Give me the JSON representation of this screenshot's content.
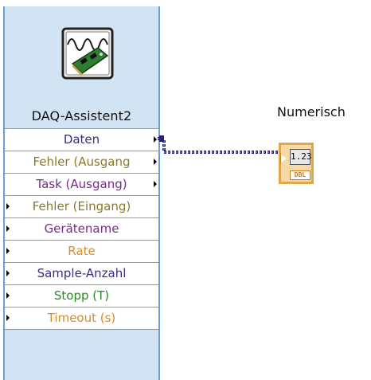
{
  "express_vi": {
    "title": "DAQ-Assistent2",
    "icon": "daq-assistant-icon",
    "terminals": [
      {
        "label": "Daten",
        "color": "#3b2a8a",
        "input": false,
        "output": true
      },
      {
        "label": "Fehler (Ausgang",
        "color": "#8a7a2a",
        "input": false,
        "output": true
      },
      {
        "label": "Task (Ausgang)",
        "color": "#7a2a8a",
        "input": false,
        "output": true
      },
      {
        "label": "Fehler (Eingang)",
        "color": "#8a7a2a",
        "input": true,
        "output": false
      },
      {
        "label": "Gerätename",
        "color": "#7a2a8a",
        "input": true,
        "output": false
      },
      {
        "label": "Rate",
        "color": "#d98c2a",
        "input": true,
        "output": false
      },
      {
        "label": "Sample-Anzahl",
        "color": "#3b2a8a",
        "input": true,
        "output": false
      },
      {
        "label": "Stopp (T)",
        "color": "#2a8a2a",
        "input": true,
        "output": false
      },
      {
        "label": "Timeout (s)",
        "color": "#d98c2a",
        "input": true,
        "output": false
      }
    ]
  },
  "indicator": {
    "label": "Numerisch",
    "display": "1.23",
    "type": "DBL"
  },
  "colors": {
    "node_frame": "#6aa0d6",
    "node_fill": "#d2e4f4",
    "wire": "#2a1e7a",
    "indicator_orange": "#e4a64a"
  }
}
